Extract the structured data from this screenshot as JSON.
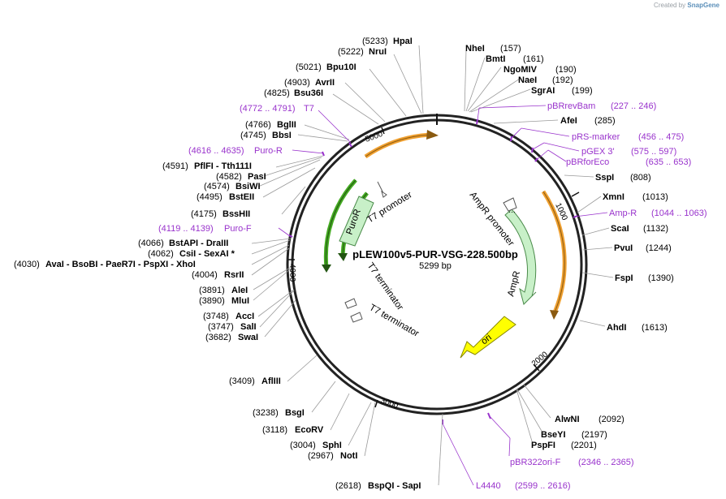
{
  "brand": {
    "created_by": "Created by",
    "product": "SnapGene"
  },
  "plasmid": {
    "name": "pLEW100v5-PUR-VSG-228.500bp",
    "length_label": "5299 bp"
  },
  "ticks": [
    "1000",
    "2000",
    "3000",
    "4000",
    "5000"
  ],
  "features": [
    "T7 promoter",
    "PuroR",
    "AmpR promoter",
    "AmpR",
    "ori",
    "T7 terminator",
    "T7 terminator"
  ],
  "sites": [
    {
      "pos": "(5233)",
      "name": "HpaI"
    },
    {
      "pos": "(5222)",
      "name": "NruI"
    },
    {
      "pos": "(5021)",
      "name": "Bpu10I"
    },
    {
      "pos": "(4903)",
      "name": "AvrII"
    },
    {
      "pos": "(4825)",
      "name": "Bsu36I"
    },
    {
      "pos": "(4772 .. 4791)",
      "name": "T7",
      "primer": true
    },
    {
      "pos": "(4766)",
      "name": "BglII"
    },
    {
      "pos": "(4745)",
      "name": "BbsI"
    },
    {
      "pos": "(4616 .. 4635)",
      "name": "Puro-R",
      "primer": true
    },
    {
      "pos": "(4591)",
      "name": "PflFI   - Tth111I"
    },
    {
      "pos": "(4582)",
      "name": "PasI"
    },
    {
      "pos": "(4574)",
      "name": "BsiWI"
    },
    {
      "pos": "(4495)",
      "name": "BstEII"
    },
    {
      "pos": "(4175)",
      "name": "BssHII"
    },
    {
      "pos": "(4119 .. 4139)",
      "name": "Puro-F",
      "primer": true
    },
    {
      "pos": "(4066)",
      "name": "BstAPI   - DraIII"
    },
    {
      "pos": "(4062)",
      "name": "CsiI   - SexAI *"
    },
    {
      "pos": "(4030)",
      "name": "AvaI   - BsoBI   - PaeR7I   - PspXI   - XhoI"
    },
    {
      "pos": "(4004)",
      "name": "RsrII"
    },
    {
      "pos": "(3891)",
      "name": "AleI"
    },
    {
      "pos": "(3890)",
      "name": "MluI"
    },
    {
      "pos": "(3748)",
      "name": "AccI"
    },
    {
      "pos": "(3747)",
      "name": "SalI"
    },
    {
      "pos": "(3682)",
      "name": "SwaI"
    },
    {
      "pos": "(3409)",
      "name": "AflIII"
    },
    {
      "pos": "(3238)",
      "name": "BsgI"
    },
    {
      "pos": "(3118)",
      "name": "EcoRV"
    },
    {
      "pos": "(3004)",
      "name": "SphI"
    },
    {
      "pos": "(2967)",
      "name": "NotI"
    },
    {
      "pos": "(2618)",
      "name": "BspQI   - SapI"
    },
    {
      "pos": "(2599 .. 2616)",
      "name": "L4440",
      "primer": true
    },
    {
      "pos": "(2346 .. 2365)",
      "name": "pBR322ori-F",
      "primer": true
    },
    {
      "pos": "(2201)",
      "name": "PspFI"
    },
    {
      "pos": "(2197)",
      "name": "BseYI"
    },
    {
      "pos": "(2092)",
      "name": "AlwNI"
    },
    {
      "pos": "(1613)",
      "name": "AhdI"
    },
    {
      "pos": "(1390)",
      "name": "FspI"
    },
    {
      "pos": "(1244)",
      "name": "PvuI"
    },
    {
      "pos": "(1132)",
      "name": "ScaI"
    },
    {
      "pos": "(1044 .. 1063)",
      "name": "Amp-R",
      "primer": true
    },
    {
      "pos": "(1013)",
      "name": "XmnI"
    },
    {
      "pos": "(808)",
      "name": "SspI"
    },
    {
      "pos": "(635 .. 653)",
      "name": "pBRforEco",
      "primer": true
    },
    {
      "pos": "(575 .. 597)",
      "name": "pGEX 3'",
      "primer": true
    },
    {
      "pos": "(456 .. 475)",
      "name": "pRS-marker",
      "primer": true
    },
    {
      "pos": "(285)",
      "name": "AfeI"
    },
    {
      "pos": "(227 .. 246)",
      "name": "pBRrevBam",
      "primer": true
    },
    {
      "pos": "(199)",
      "name": "SgrAI"
    },
    {
      "pos": "(192)",
      "name": "NaeI"
    },
    {
      "pos": "(190)",
      "name": "NgoMIV"
    },
    {
      "pos": "(161)",
      "name": "BmtI"
    },
    {
      "pos": "(157)",
      "name": "NheI"
    }
  ]
}
